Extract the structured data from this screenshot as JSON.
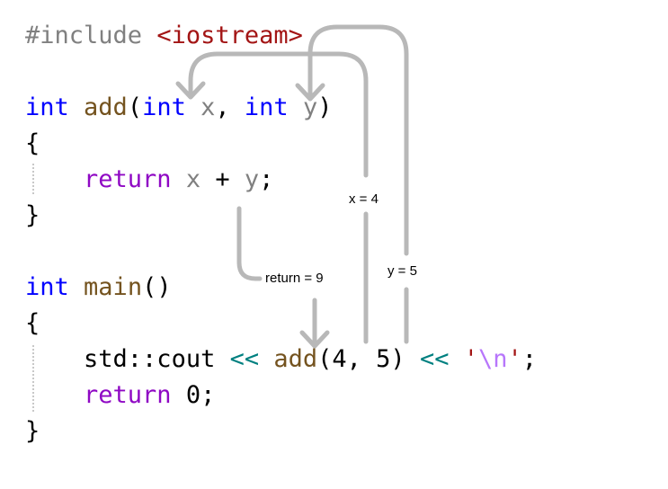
{
  "code_lines": [
    {
      "tokens": [
        {
          "t": "#include ",
          "c": "#808080"
        },
        {
          "t": "<iostream>",
          "c": "#a31515"
        }
      ]
    },
    {
      "tokens": []
    },
    {
      "tokens": [
        {
          "t": "int",
          "c": "#0000ff"
        },
        {
          "t": " ",
          "c": "#000000"
        },
        {
          "t": "add",
          "c": "#74531f"
        },
        {
          "t": "(",
          "c": "#000000"
        },
        {
          "t": "int",
          "c": "#0000ff"
        },
        {
          "t": " ",
          "c": "#000000"
        },
        {
          "t": "x",
          "c": "#808080"
        },
        {
          "t": ", ",
          "c": "#000000"
        },
        {
          "t": "int",
          "c": "#0000ff"
        },
        {
          "t": " ",
          "c": "#000000"
        },
        {
          "t": "y",
          "c": "#808080"
        },
        {
          "t": ")",
          "c": "#000000"
        }
      ]
    },
    {
      "tokens": [
        {
          "t": "{",
          "c": "#000000"
        }
      ]
    },
    {
      "tokens": [
        {
          "t": "    ",
          "c": "#000000"
        },
        {
          "t": "return",
          "c": "#8f08c4"
        },
        {
          "t": " ",
          "c": "#000000"
        },
        {
          "t": "x",
          "c": "#808080"
        },
        {
          "t": " + ",
          "c": "#000000"
        },
        {
          "t": "y",
          "c": "#808080"
        },
        {
          "t": ";",
          "c": "#000000"
        }
      ]
    },
    {
      "tokens": [
        {
          "t": "}",
          "c": "#000000"
        }
      ]
    },
    {
      "tokens": []
    },
    {
      "tokens": [
        {
          "t": "int",
          "c": "#0000ff"
        },
        {
          "t": " ",
          "c": "#000000"
        },
        {
          "t": "main",
          "c": "#74531f"
        },
        {
          "t": "()",
          "c": "#000000"
        }
      ]
    },
    {
      "tokens": [
        {
          "t": "{",
          "c": "#000000"
        }
      ]
    },
    {
      "tokens": [
        {
          "t": "    ",
          "c": "#000000"
        },
        {
          "t": "std::cout",
          "c": "#000000"
        },
        {
          "t": " << ",
          "c": "#008080"
        },
        {
          "t": "add",
          "c": "#74531f"
        },
        {
          "t": "(4, 5)",
          "c": "#000000"
        },
        {
          "t": " << ",
          "c": "#008080"
        },
        {
          "t": "'",
          "c": "#a31515"
        },
        {
          "t": "\\n",
          "c": "#b776fb"
        },
        {
          "t": "'",
          "c": "#a31515"
        },
        {
          "t": ";",
          "c": "#000000"
        }
      ]
    },
    {
      "tokens": [
        {
          "t": "    ",
          "c": "#000000"
        },
        {
          "t": "return",
          "c": "#8f08c4"
        },
        {
          "t": " 0;",
          "c": "#000000"
        }
      ]
    },
    {
      "tokens": [
        {
          "t": "}",
          "c": "#000000"
        }
      ]
    }
  ],
  "labels": {
    "x_value": "x = 4",
    "y_value": "y = 5",
    "return_value": "return = 9"
  },
  "colors": {
    "arrow": "#b8b8b8",
    "keyword": "#0000ff",
    "function": "#74531f",
    "control": "#8f08c4",
    "string": "#a31515",
    "operator": "#008080",
    "preprocessor": "#808080"
  }
}
